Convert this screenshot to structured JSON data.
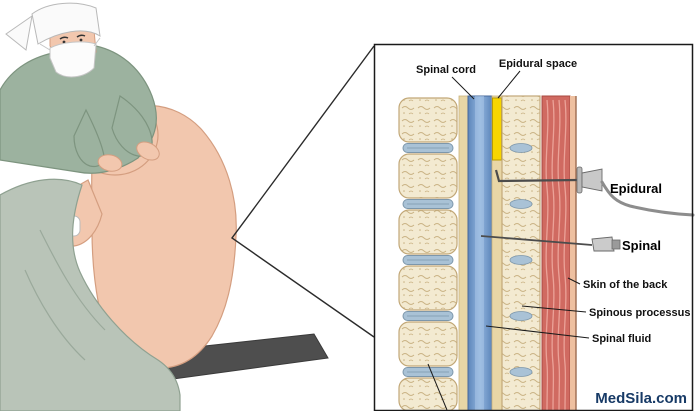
{
  "inset": {
    "labels": {
      "spinal_cord": "Spinal cord",
      "epidural_space": "Epidural space",
      "skin_of_the_back": "Skin of the back",
      "spinous_processus": "Spinous processus",
      "spinal_fluid": "Spinal fluid"
    },
    "needles": {
      "epidural": "Epidural",
      "spinal": "Spinal"
    }
  },
  "watermark": "MedSila.com",
  "colors": {
    "epidural_space": "#f7d500",
    "spinal_canal": "#6e96c6",
    "bone": "#f3ead1",
    "disc": "#a9c2d6",
    "muscle": "#d06a61",
    "skin": "#f2c7ae",
    "scrubs": "#9cb29f",
    "drape": "#b9c4b8",
    "mat": "#4e4e4e",
    "watermark": "#173a66"
  }
}
